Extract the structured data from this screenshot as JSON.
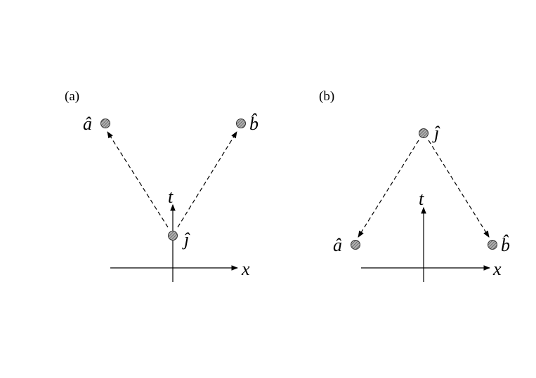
{
  "figure": {
    "panel_a": {
      "label": "(a)",
      "axis_x": "x",
      "axis_t": "t",
      "particle_a": "â",
      "particle_b": "b̂",
      "particle_j": "ĵ"
    },
    "panel_b": {
      "label": "(b)",
      "axis_x": "x",
      "axis_t": "t",
      "particle_a": "â",
      "particle_b": "b̂",
      "particle_j": "ĵ"
    }
  },
  "colors": {
    "ink": "#000000",
    "node_fill": "#9a9a9a",
    "node_stroke": "#333333"
  }
}
